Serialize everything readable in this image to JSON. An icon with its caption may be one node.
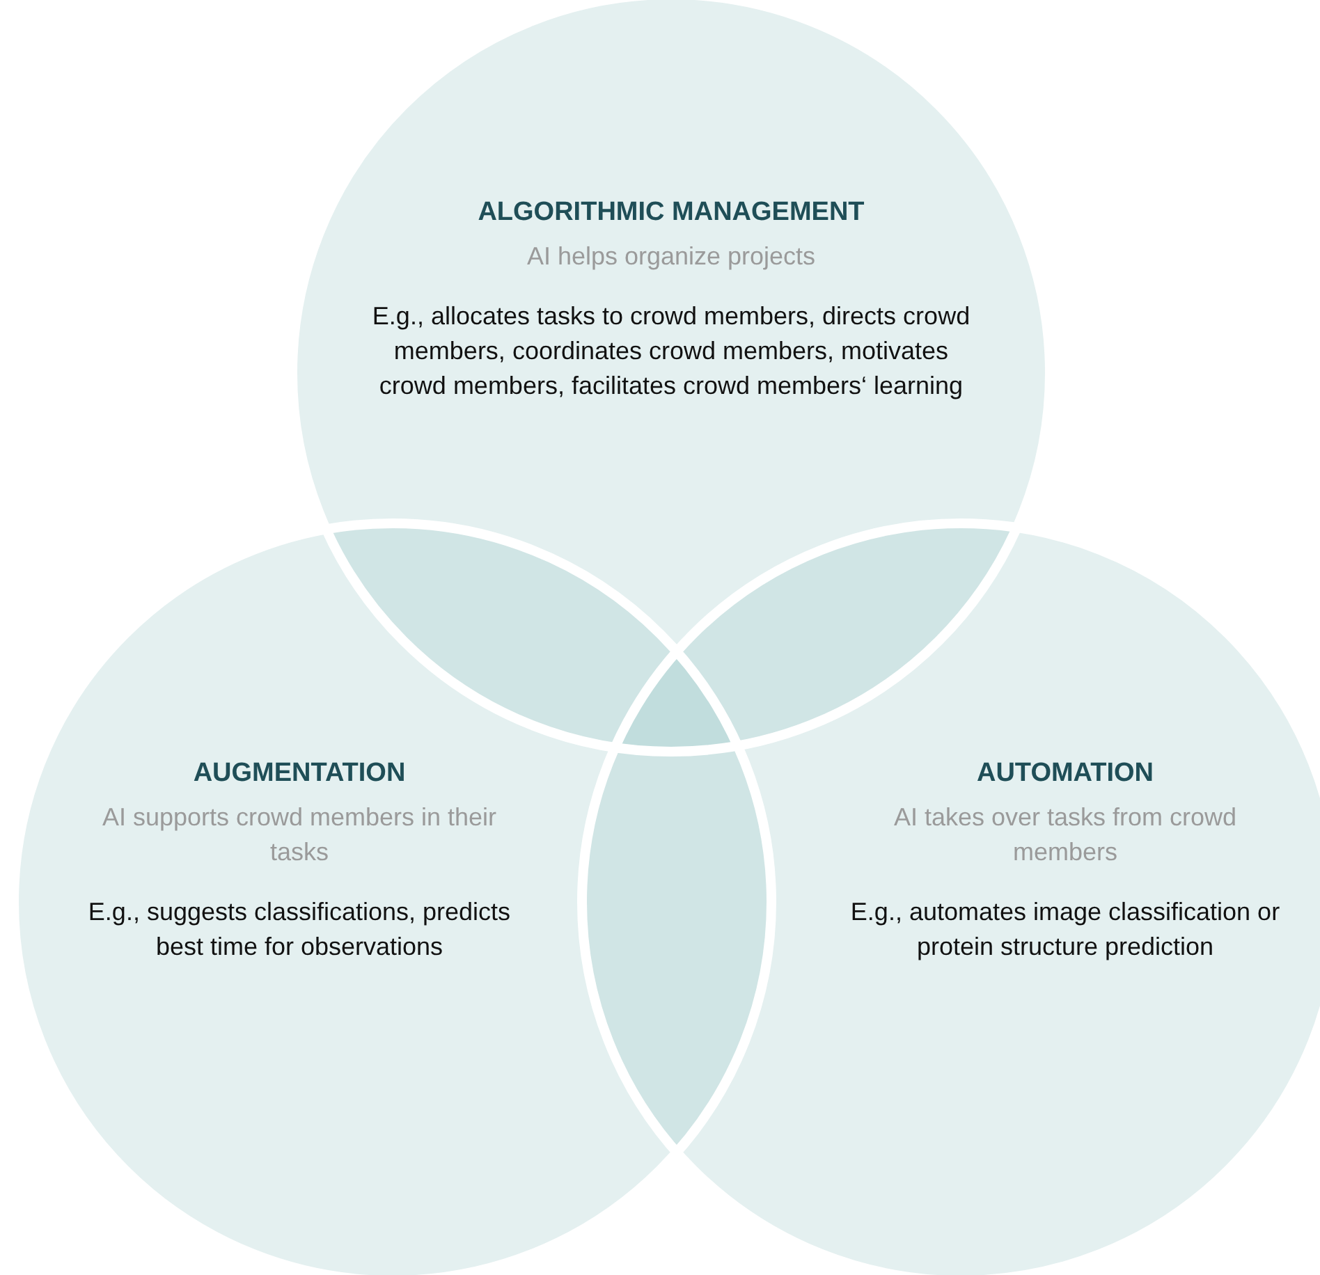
{
  "diagram": {
    "nodes": [
      {
        "text": [
          "ALGORITHMIC MANAGEMENT",
          "AI helps organize projects",
          "E.g., allocates tasks to crowd members, directs crowd members, coordinates crowd members, motivates crowd members, facilitates crowd members‘ learning"
        ]
      },
      {
        "text": [
          "AUGMENTATION",
          "AI supports crowd members in their tasks",
          "E.g., suggests classifications, predicts best time for observations"
        ]
      },
      {
        "text": [
          "AUTOMATION",
          "AI takes over tasks from crowd members",
          "E.g., automates image classification or protein structure prediction"
        ]
      }
    ],
    "edges": []
  }
}
